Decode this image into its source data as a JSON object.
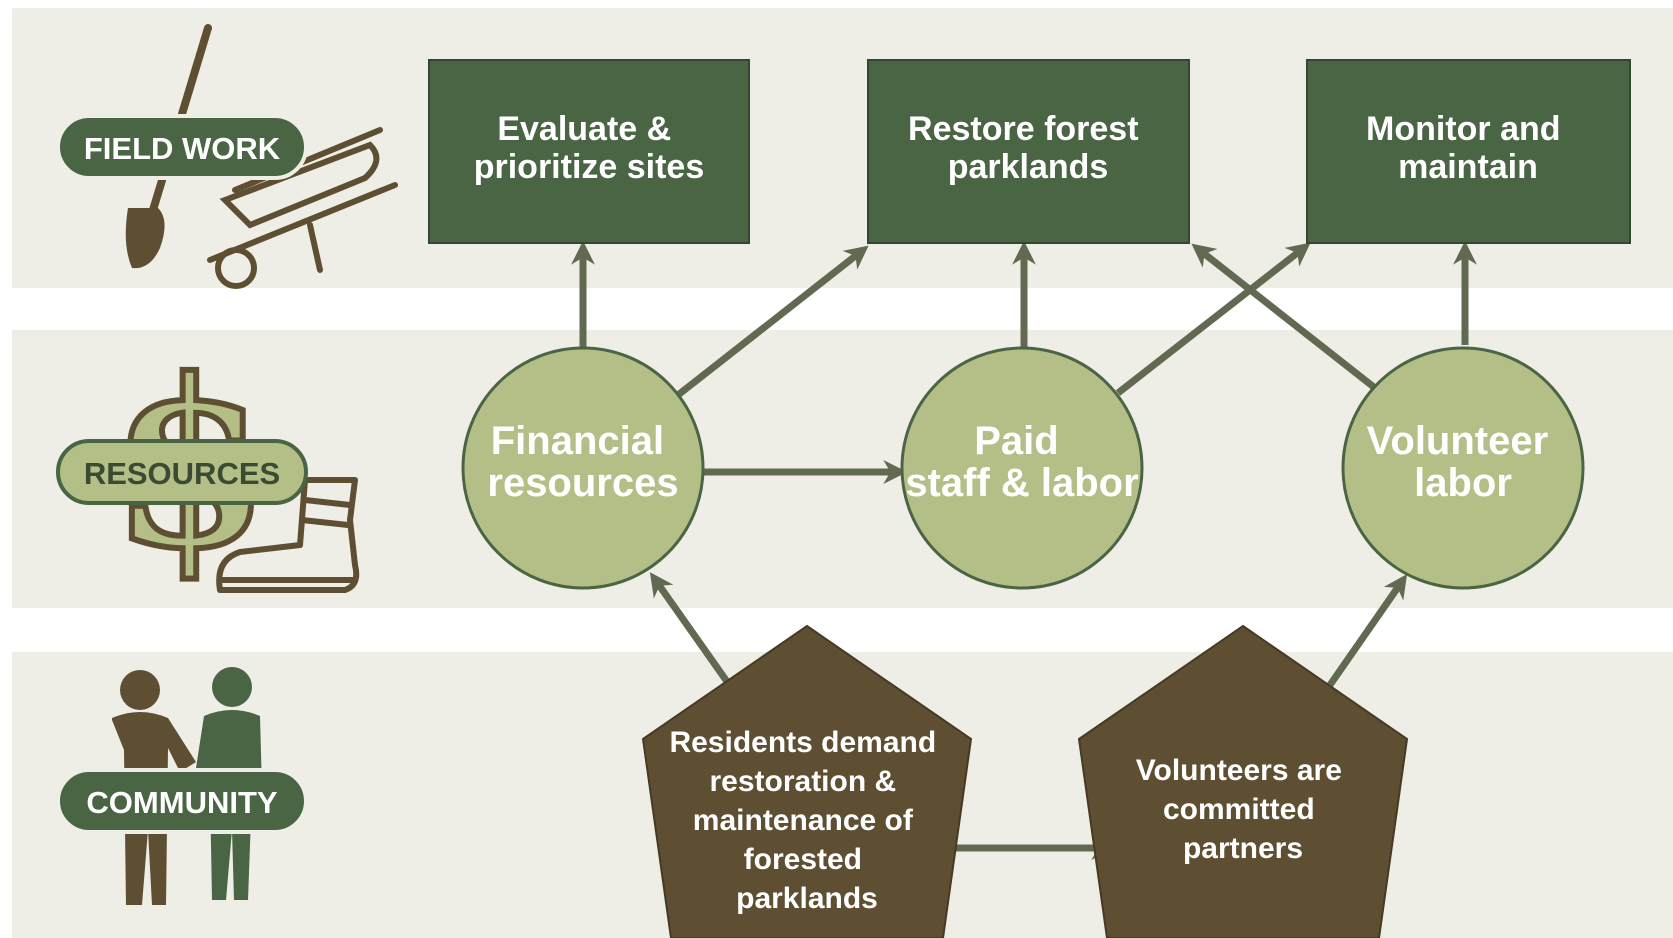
{
  "bands": {
    "field_work": "FIELD WORK",
    "resources": "RESOURCES",
    "community": "COMMUNITY"
  },
  "field_work": {
    "evaluate": [
      "Evaluate &",
      "prioritize sites"
    ],
    "restore": [
      "Restore forest",
      "parklands"
    ],
    "monitor": [
      "Monitor and",
      "maintain"
    ]
  },
  "resources": {
    "financial": [
      "Financial",
      "resources"
    ],
    "paid": [
      "Paid",
      "staff & labor"
    ],
    "volunteer": [
      "Volunteer",
      "labor"
    ]
  },
  "community": {
    "residents": [
      "Residents demand",
      "restoration &",
      "maintenance of",
      "forested",
      "parklands"
    ],
    "volunteers": [
      "Volunteers are",
      "committed",
      "partners"
    ]
  },
  "colors": {
    "band_bg": "#eeede6",
    "dark_green": "#4a6544",
    "light_green": "#b3bf86",
    "brown": "#5e4f33",
    "arrow": "#616a50"
  },
  "icons": [
    "shovel-icon",
    "wheelbarrow-icon",
    "dollar-sign-icon",
    "hiking-boot-icon",
    "people-handshake-icon"
  ]
}
